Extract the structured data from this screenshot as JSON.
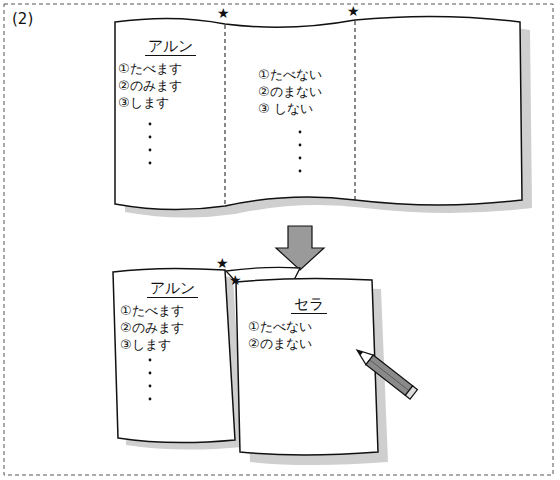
{
  "diagram": {
    "nodes": [
      {
        "text": [
          "アルン",
          "①たべます",
          "②のみます",
          "③します"
        ]
      },
      {
        "text": [
          "①たべない",
          "②のまない",
          "③ しない"
        ]
      },
      {
        "text": [
          "アルン",
          "①たべます",
          "②のみます",
          "③します"
        ]
      },
      {
        "text": [
          "セラ",
          "①たべない",
          "②のまない"
        ]
      }
    ],
    "labels": [
      "(2)",
      "★",
      "★",
      "★",
      "★"
    ]
  }
}
